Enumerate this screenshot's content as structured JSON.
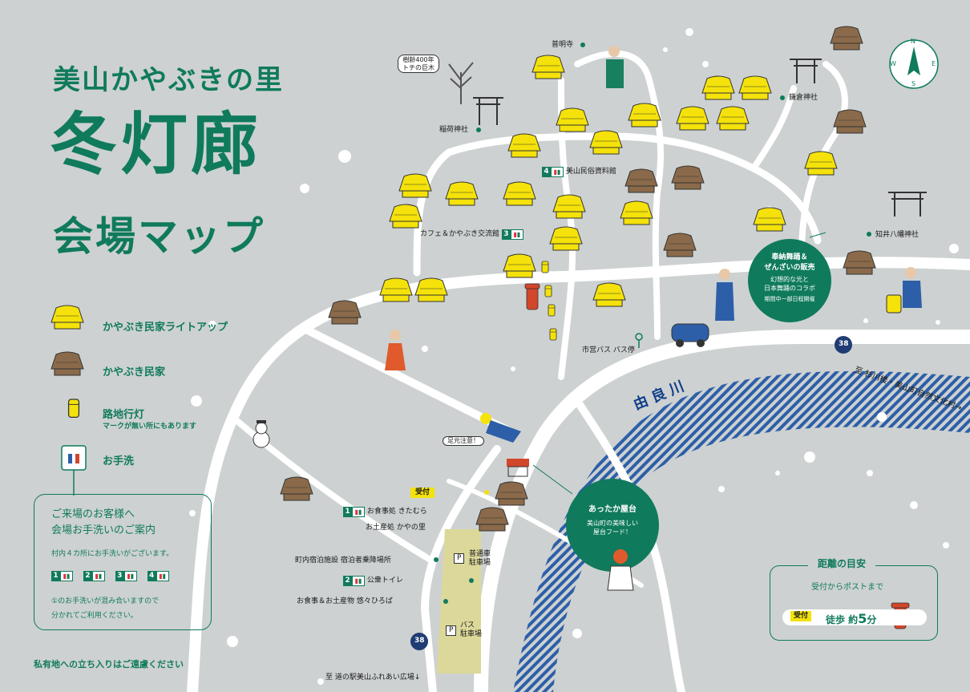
{
  "title": {
    "line1": "美山かやぶきの里",
    "line2": "冬灯廊",
    "line3": "会場マップ"
  },
  "legend": {
    "lit_house": "かやぶき民家ライトアップ",
    "house": "かやぶき民家",
    "lantern": "路地行灯",
    "lantern_note": "マークが無い所にもあります",
    "toilet": "お手洗"
  },
  "guide": {
    "heading1": "ご来場のお客様へ",
    "heading2": "会場お手洗いのご案内",
    "body1": "村内４カ所にお手洗いがございます。",
    "toilets": [
      "1",
      "2",
      "3",
      "4"
    ],
    "note1": "①のお手洗いが混み合いますので",
    "note2": "分かれてご利用ください。"
  },
  "footer_note": "私有地への立ち入りはご遠慮ください",
  "compass": {
    "n": "N",
    "s": "S",
    "e": "E",
    "w": "W"
  },
  "places": {
    "fumyoji": "普明寺",
    "tree": "樹齢400年",
    "tree2": "トチの巨木",
    "inari": "稲荷神社",
    "kamakura": "鎌倉神社",
    "museum": "美山民俗資料館",
    "museum_num": "4",
    "cafe": "カフェ＆かやぶき交流館",
    "cafe_num": "3",
    "chii": "知井八幡神社",
    "bus_stop": "市営バス バス停",
    "route38": "38",
    "to_north": "至 杉川楼・美山町自然文化村→",
    "river": "由良川",
    "watch_step": "足元注意！",
    "reception": "受付",
    "kitamura": "お食事処 きたむら",
    "kitamura_num": "1",
    "kayano": "お土産処 かやの里",
    "lodging": "町内宿泊施設 宿泊者乗降場所",
    "public_toilet": "公衆トイレ",
    "public_toilet_num": "2",
    "yuyu": "お食事＆お土産物 悠々ひろば",
    "parking_car": "普通車",
    "parking_car2": "駐車場",
    "parking_bus": "バス",
    "parking_bus2": "駐車場",
    "parking_p": "P",
    "to_south": "至 道の駅美山ふれあい広場↓"
  },
  "dance": {
    "line1": "奉納舞踊＆",
    "line2": "ぜんざいの販売",
    "line3": "幻想的な光と",
    "line4": "日本舞踊のコラボ",
    "line5": "期間中一部日程開催"
  },
  "yatai": {
    "line1": "あったか屋台",
    "line2": "美山町の美味しい",
    "line3": "屋台フード！"
  },
  "distance": {
    "heading": "距離の目安",
    "sub": "受付からポストまで",
    "reception": "受付",
    "walk": "徒歩 約",
    "minutes": "5",
    "unit": "分"
  },
  "colors": {
    "accent": "#0f7a5c",
    "background": "#cdd1d1",
    "road": "#ffffff",
    "lit_roof": "#f4e20a",
    "roof": "#8a6a4a",
    "river": "#2d5fa8",
    "parking": "#dcd89a"
  }
}
